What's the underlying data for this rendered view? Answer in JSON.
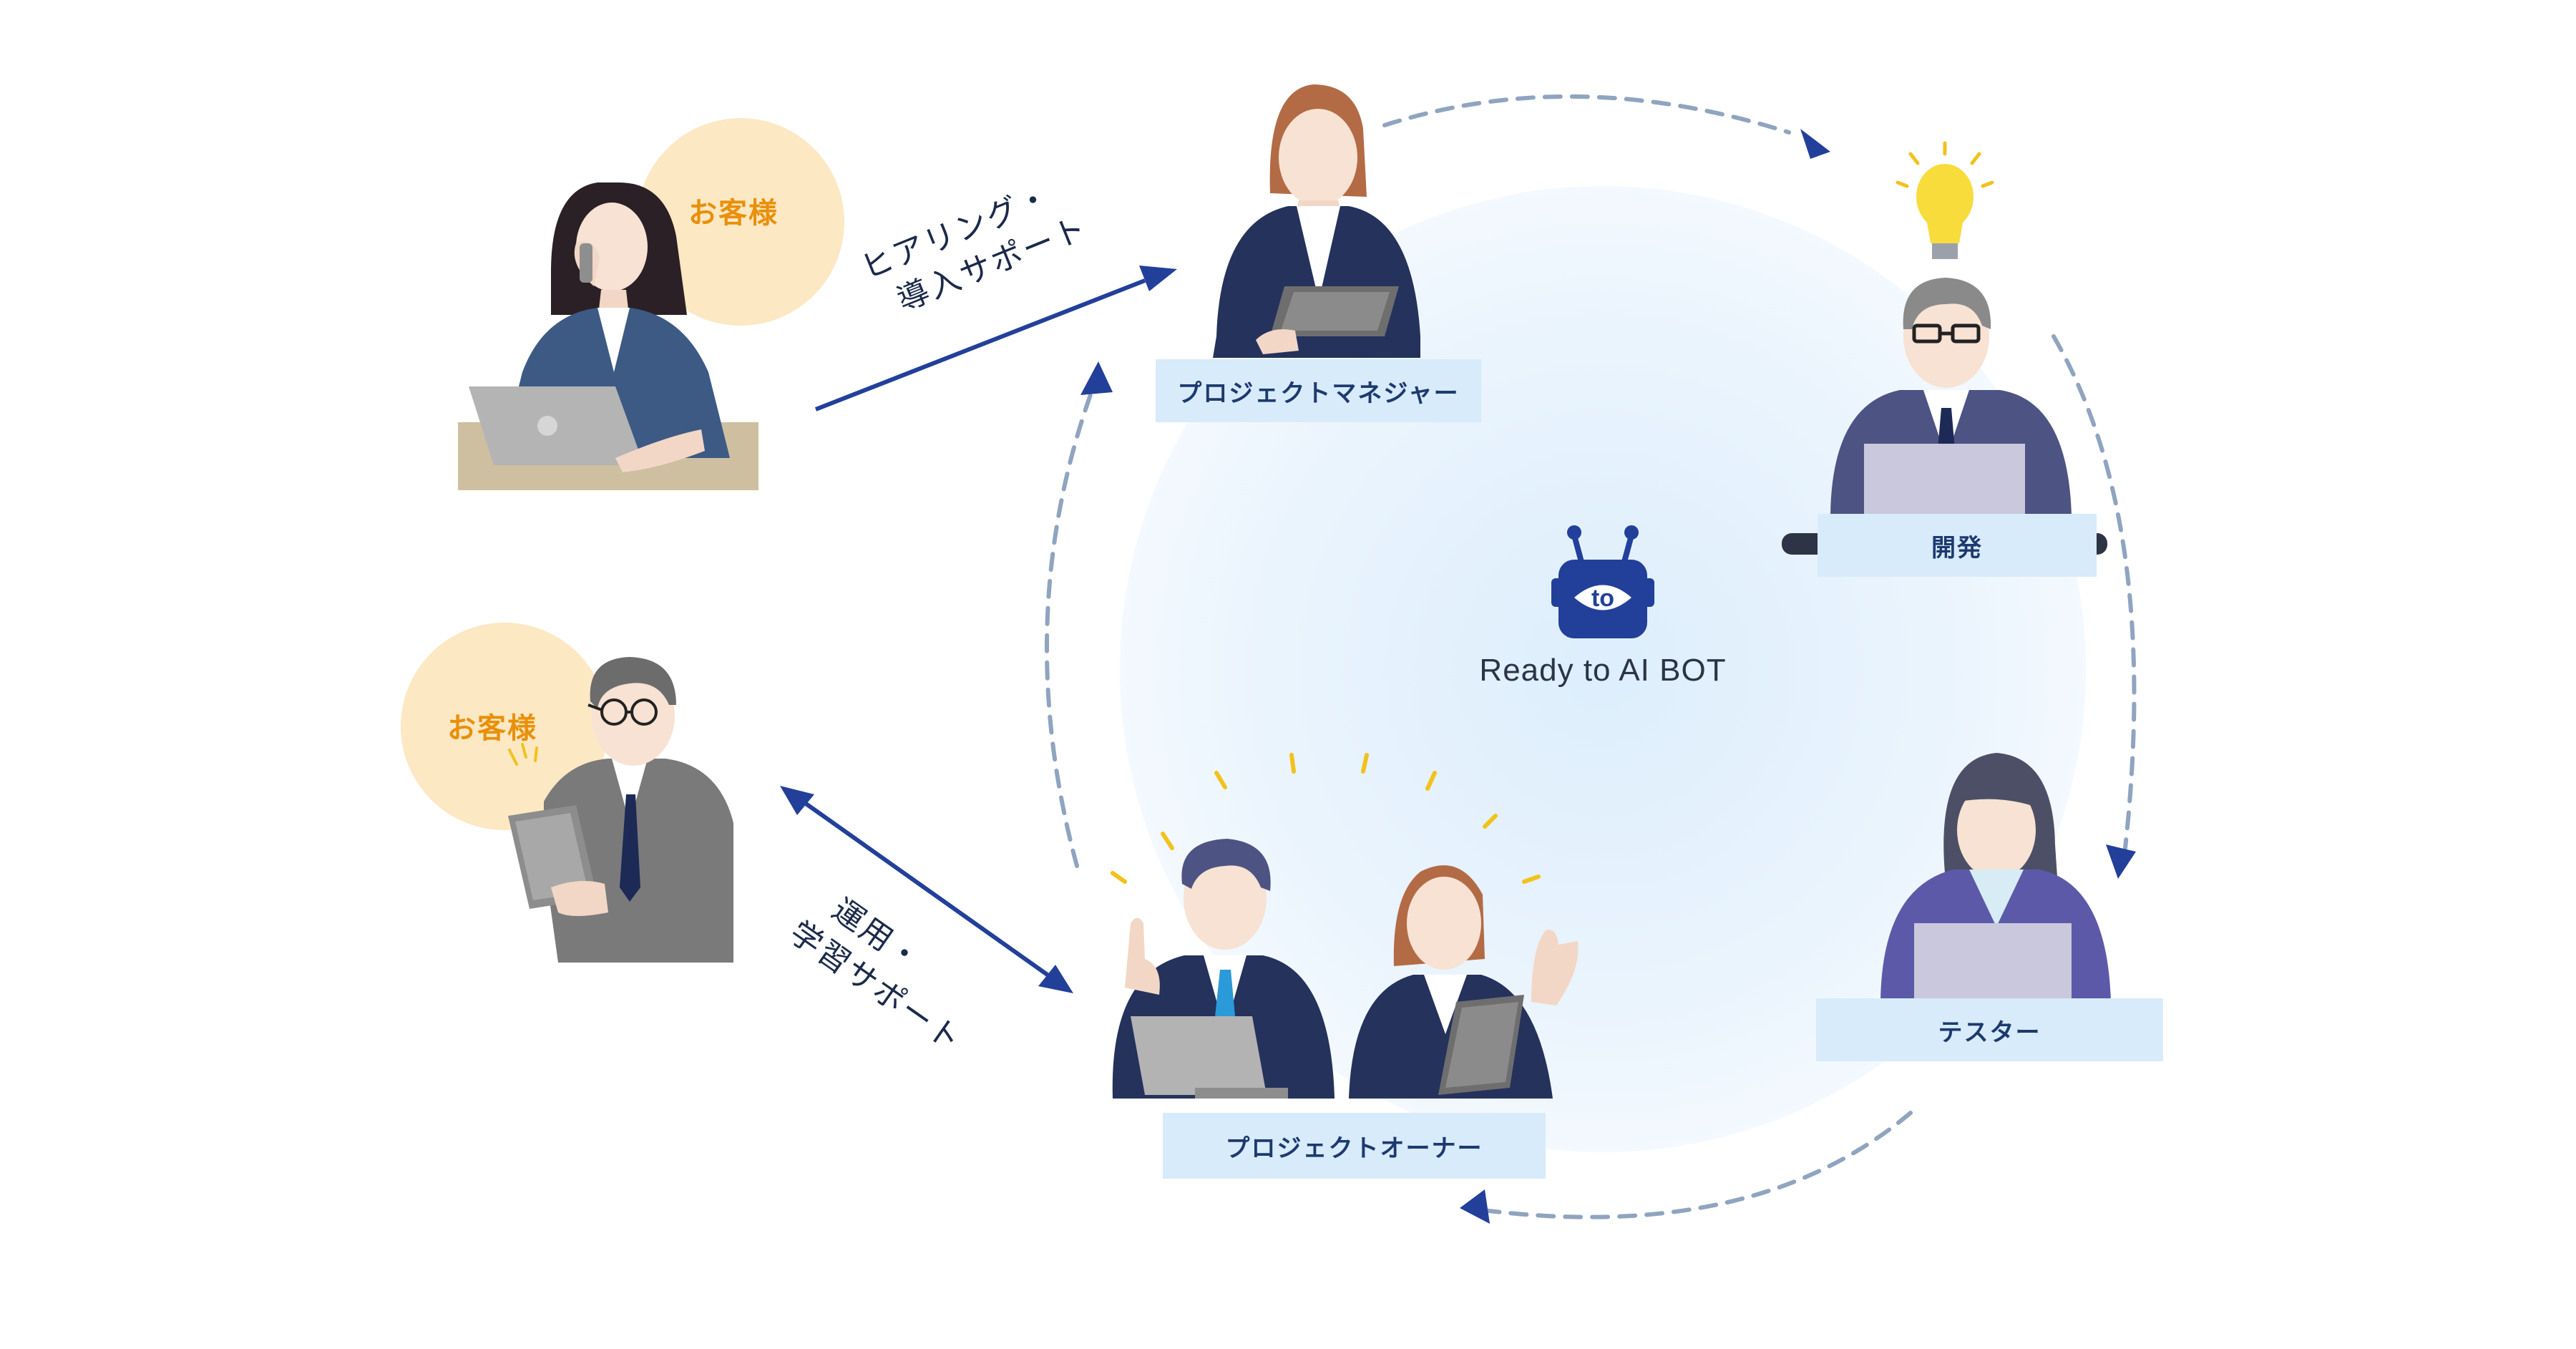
{
  "customers": [
    {
      "bubble_label": "お客様"
    },
    {
      "bubble_label": "お客様"
    }
  ],
  "arrows": {
    "hearing_line1": "ヒアリング・",
    "hearing_line2": "導入サポート",
    "operation_line1": "運用・",
    "operation_line2": "学習サポート"
  },
  "roles": {
    "project_manager": "プロジェクトマネジャー",
    "development": "開発",
    "tester": "テスター",
    "project_owner": "プロジェクトオーナー"
  },
  "center": {
    "product_name": "Ready to AI BOT",
    "logo_text": "to"
  },
  "colors": {
    "navy": "#24325c",
    "arrow_blue": "#22409a",
    "dashed": "#8fa4bf",
    "label_bg": "#d8ebfb",
    "bubble": "#fde8c4",
    "accent_orange": "#e8900a",
    "circle_center": "#e6f3fd"
  }
}
